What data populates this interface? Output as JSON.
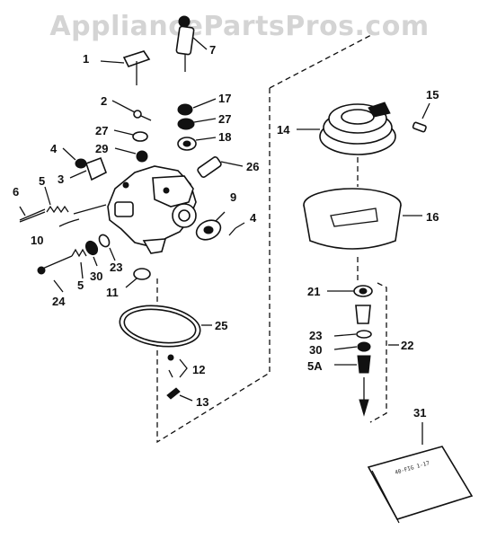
{
  "watermark": "AppliancePartsPros.com",
  "callouts": {
    "c1": "1",
    "c2": "2",
    "c3": "3",
    "c4a": "4",
    "c4b": "4",
    "c5a": "5",
    "c5b": "5",
    "c5A": "5A",
    "c6": "6",
    "c7": "7",
    "c9": "9",
    "c10": "10",
    "c11": "11",
    "c12": "12",
    "c13": "13",
    "c14": "14",
    "c15": "15",
    "c16": "16",
    "c17": "17",
    "c18": "18",
    "c21": "21",
    "c22": "22",
    "c23a": "23",
    "c23b": "23",
    "c24": "24",
    "c25": "25",
    "c26": "26",
    "c27a": "27",
    "c27b": "27",
    "c29": "29",
    "c30a": "30",
    "c30b": "30",
    "c31": "31"
  },
  "booklet_text": "40-FIG 1-17"
}
